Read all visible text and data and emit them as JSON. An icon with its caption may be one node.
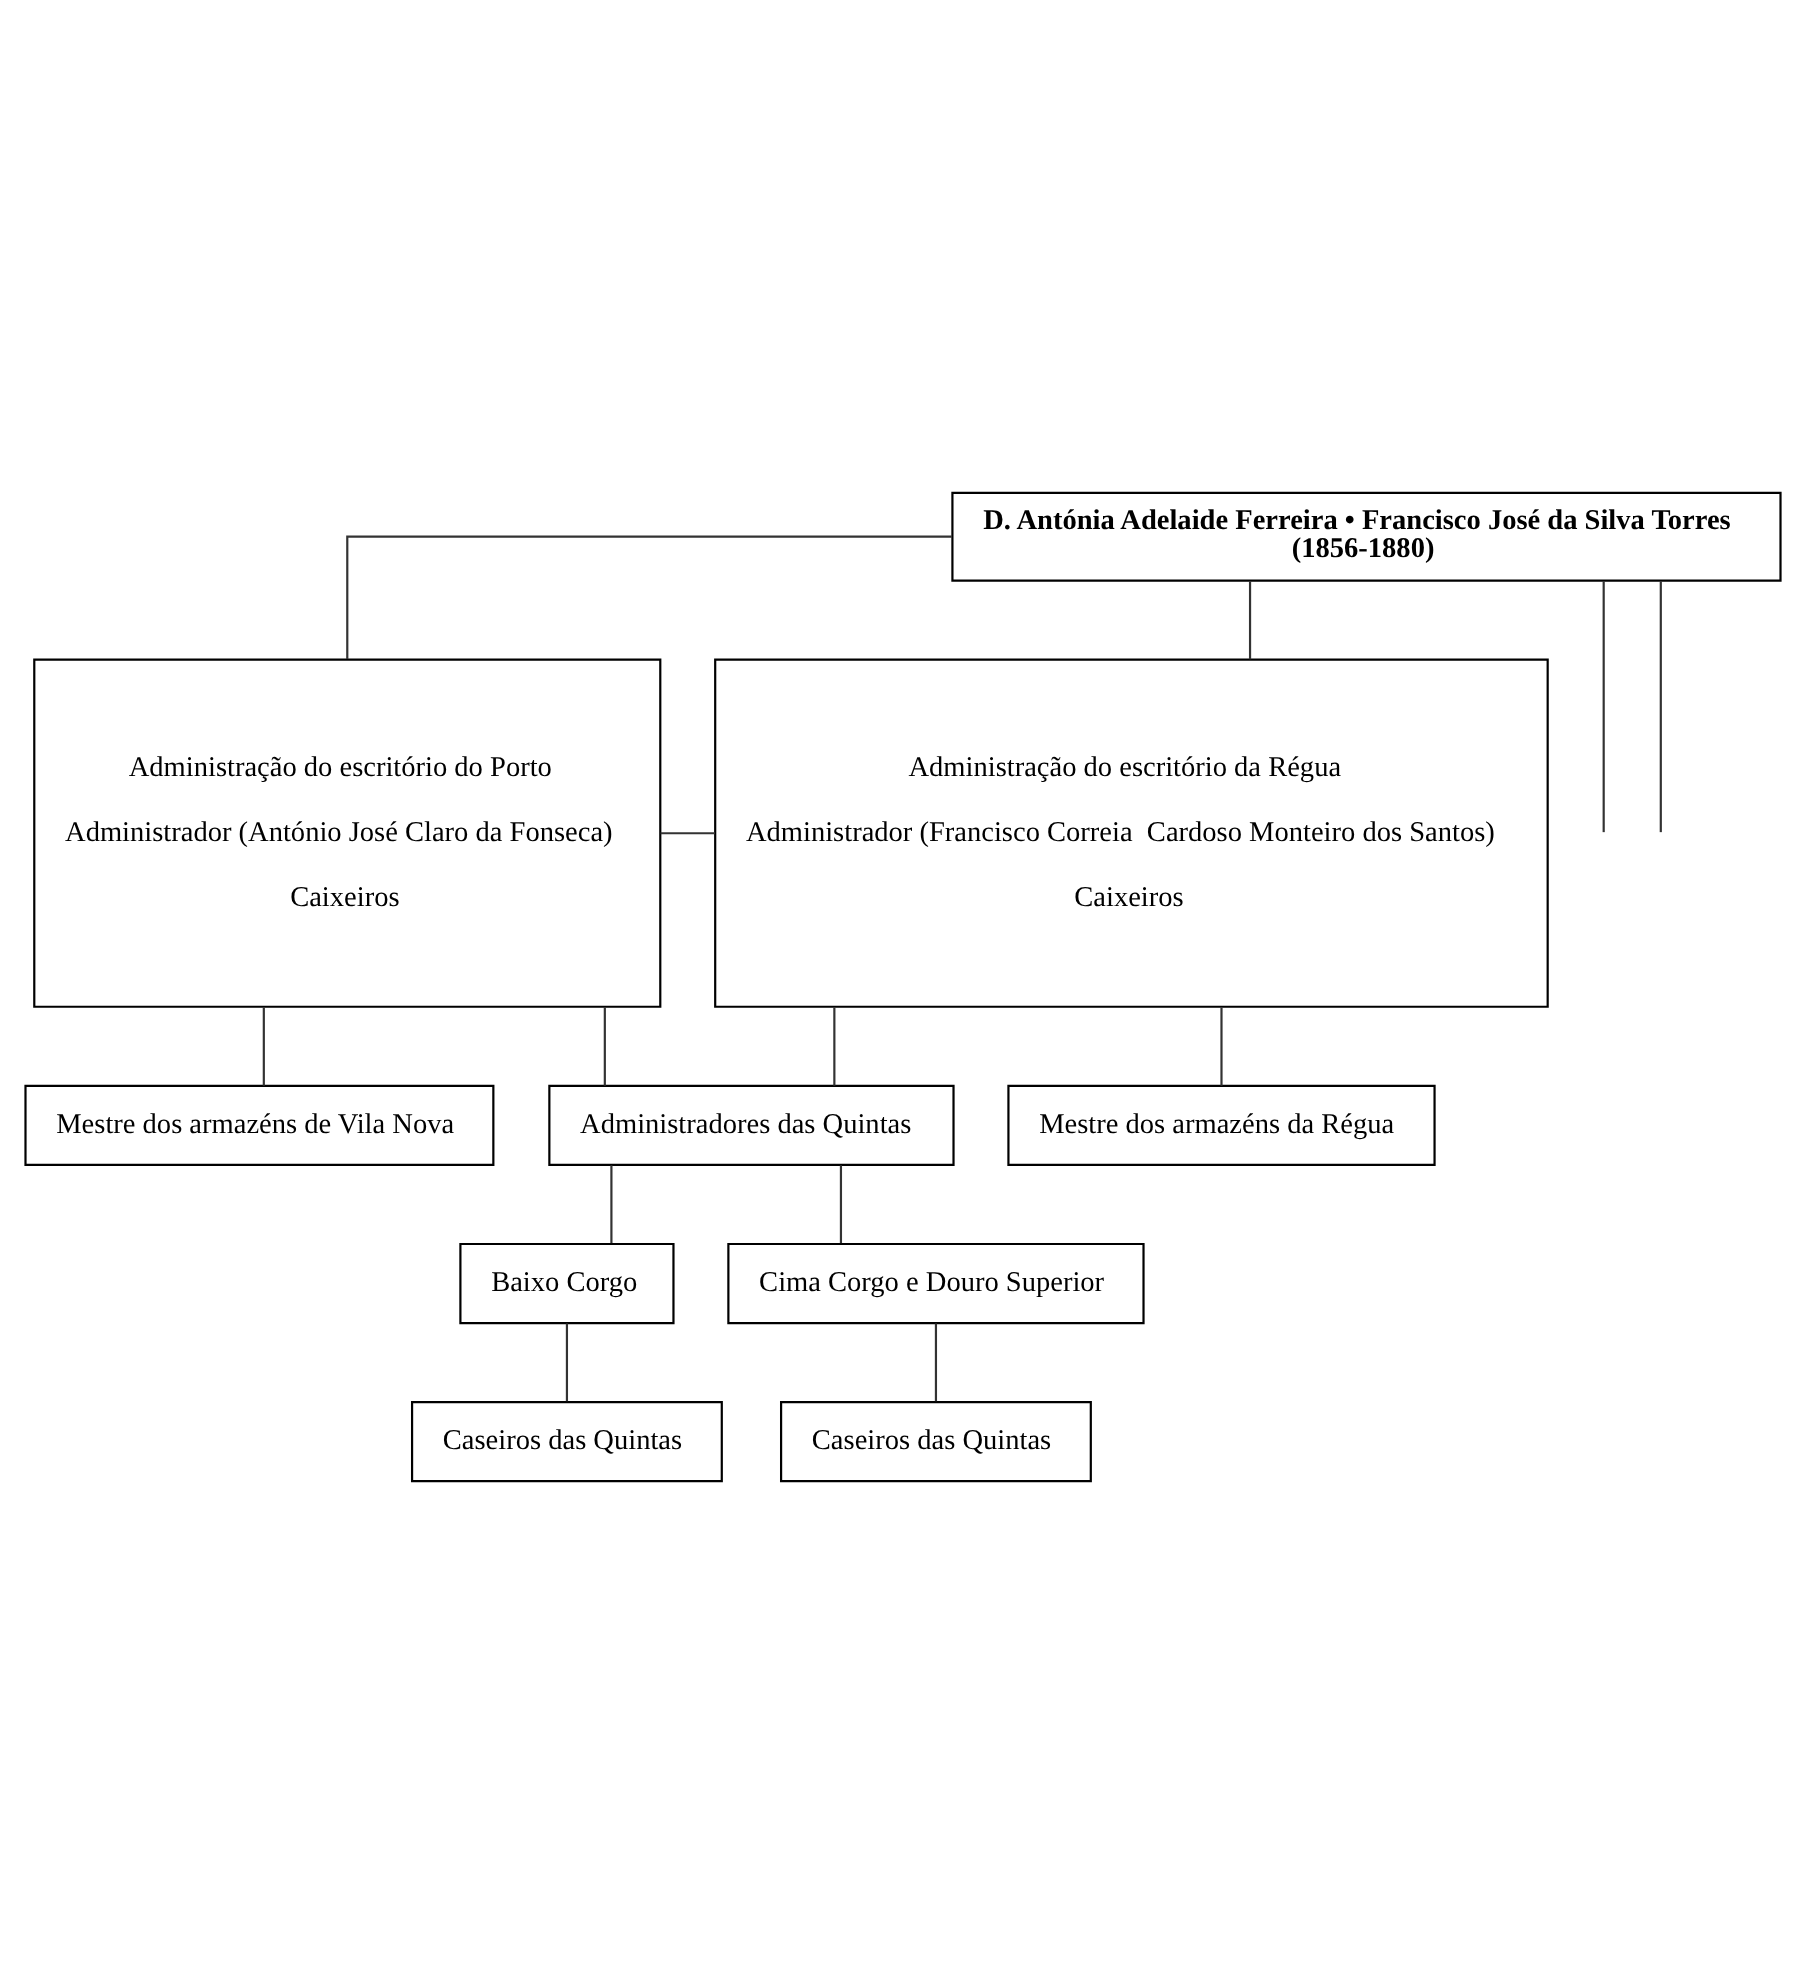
{
  "diagram": {
    "nodes": [
      {
        "text": [
          "D. Antónia Adelaide Ferreira • Francisco José da Silva Torres",
          "(1856-1880)"
        ]
      },
      {
        "text": [
          "Administração do escritório do Porto",
          "Administrador (António José Claro da Fonseca)",
          "Caixeiros"
        ]
      },
      {
        "text": [
          "Administração do escritório da Régua",
          "Administrador (Francisco Correia  Cardoso Monteiro dos Santos)",
          "Caixeiros"
        ]
      },
      {
        "text": [
          "Mestre dos armazéns de Vila Nova"
        ]
      },
      {
        "text": [
          "Administradores das Quintas"
        ]
      },
      {
        "text": [
          "Mestre dos armazéns da Régua"
        ]
      },
      {
        "text": [
          "Baixo Corgo"
        ]
      },
      {
        "text": [
          "Cima Corgo e Douro Superior"
        ]
      },
      {
        "text": [
          "Caseiros das Quintas"
        ]
      },
      {
        "text": [
          "Caseiros das Quintas"
        ]
      }
    ],
    "edges": [
      {
        "from": 0,
        "to": null,
        "arrow": "none"
      },
      {
        "from": 0,
        "to": null,
        "arrow": "none"
      },
      {
        "from": 0,
        "to": 1,
        "arrow": "none"
      },
      {
        "from": 0,
        "to": 2,
        "arrow": "none"
      },
      {
        "from": 1,
        "to": 2,
        "arrow": "none"
      },
      {
        "from": 1,
        "to": 3,
        "arrow": "none"
      },
      {
        "from": 1,
        "to": 4,
        "arrow": "none"
      },
      {
        "from": 2,
        "to": 4,
        "arrow": "none"
      },
      {
        "from": 2,
        "to": 5,
        "arrow": "none"
      },
      {
        "from": 4,
        "to": 6,
        "arrow": "none"
      },
      {
        "from": 4,
        "to": 7,
        "arrow": "none"
      },
      {
        "from": 6,
        "to": 8,
        "arrow": "none"
      },
      {
        "from": 7,
        "to": 9,
        "arrow": "none"
      }
    ]
  }
}
